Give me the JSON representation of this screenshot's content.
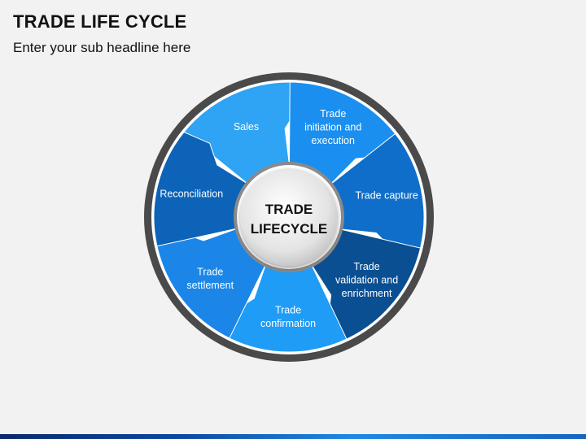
{
  "slide": {
    "title": "TRADE LIFE CYCLE",
    "subtitle": "Enter your sub headline here"
  },
  "diagram": {
    "center_label_line1": "TRADE",
    "center_label_line2": "LIFECYCLE",
    "segments": [
      {
        "lines": [
          "Sales"
        ],
        "color": "#2fa3f4"
      },
      {
        "lines": [
          "Trade",
          "initiation and",
          "execution"
        ],
        "color": "#1a8ff0"
      },
      {
        "lines": [
          "Trade capture"
        ],
        "color": "#0f6ec9"
      },
      {
        "lines": [
          "Trade",
          "validation and",
          "enrichment"
        ],
        "color": "#0a4f92"
      },
      {
        "lines": [
          "Trade",
          "confirmation"
        ],
        "color": "#1f9cf5"
      },
      {
        "lines": [
          "Trade",
          "settlement"
        ],
        "color": "#1b86e8"
      },
      {
        "lines": [
          "Reconciliation"
        ],
        "color": "#0c63b8"
      }
    ],
    "ring_color": "#4a4a4a",
    "hub_color": "#d9d9d9"
  }
}
